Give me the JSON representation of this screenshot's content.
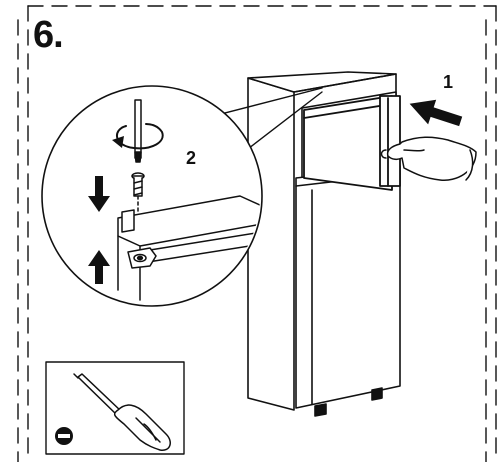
{
  "step": {
    "number": "6."
  },
  "callouts": {
    "one": "1",
    "two": "2"
  },
  "tool": {
    "icon": "flat-screwdriver-icon",
    "symbol_icon": "flat-head-symbol-icon"
  },
  "colors": {
    "ink": "#111111",
    "background": "#ffffff"
  }
}
